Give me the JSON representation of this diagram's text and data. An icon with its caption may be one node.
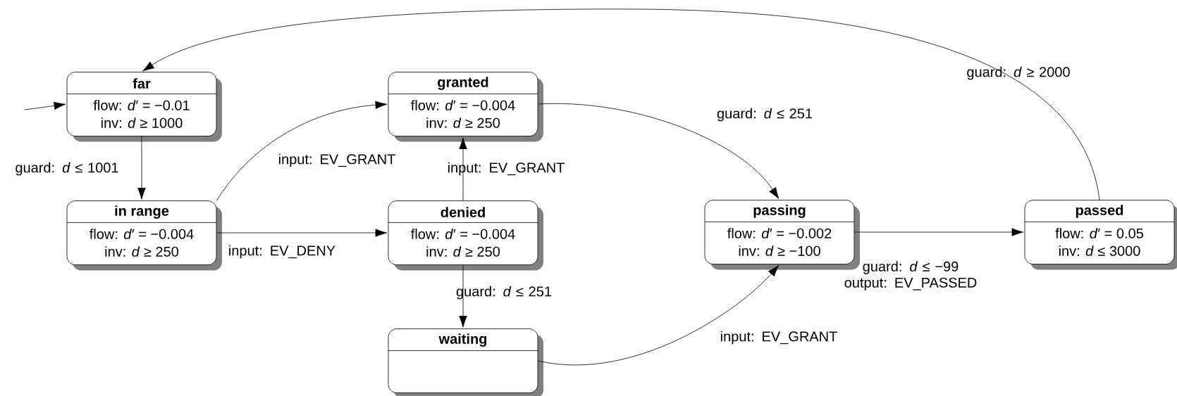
{
  "diagram": {
    "nodes": [
      {
        "text": [
          "far",
          "flow: *d*′ = −0.01",
          "inv: *d* ≥ 1000"
        ]
      },
      {
        "text": [
          "in range",
          "flow: *d*′ = −0.004",
          "inv: *d* ≥ 250"
        ]
      },
      {
        "text": [
          "granted",
          "flow: *d*′ = −0.004",
          "inv: *d* ≥ 250"
        ]
      },
      {
        "text": [
          "denied",
          "flow: *d*′ = −0.004",
          "inv: *d* ≥ 250"
        ]
      },
      {
        "text": [
          "waiting"
        ]
      },
      {
        "text": [
          "passing",
          "flow: *d*′ = −0.002",
          "inv: *d* ≥ −100"
        ]
      },
      {
        "text": [
          "passed",
          "flow: *d*′ = 0.05",
          "inv: *d* ≤ 3000"
        ]
      }
    ],
    "edges": [
      {
        "from": null,
        "to": 0,
        "arrow": "to"
      },
      {
        "from": 0,
        "to": 1,
        "arrow": "to",
        "label": "guard: *d* ≤ 1001"
      },
      {
        "from": 1,
        "to": 2,
        "arrow": "to",
        "label": "input: EV_GRANT"
      },
      {
        "from": 1,
        "to": 3,
        "arrow": "to",
        "label": "input: EV_DENY"
      },
      {
        "from": 3,
        "to": 2,
        "arrow": "to",
        "label": "input: EV_GRANT"
      },
      {
        "from": 3,
        "to": 4,
        "arrow": "to",
        "label": "guard: *d* ≤ 251"
      },
      {
        "from": 2,
        "to": 5,
        "arrow": "to",
        "label": "guard: *d* ≤ 251"
      },
      {
        "from": 4,
        "to": 5,
        "arrow": "to",
        "label": "input: EV_GRANT"
      },
      {
        "from": 5,
        "to": 6,
        "arrow": "to",
        "label": "guard: *d* ≤ −99 output: EV_PASSED"
      },
      {
        "from": 6,
        "to": 0,
        "arrow": "to",
        "label": "guard: *d* ≥ 2000"
      }
    ]
  }
}
